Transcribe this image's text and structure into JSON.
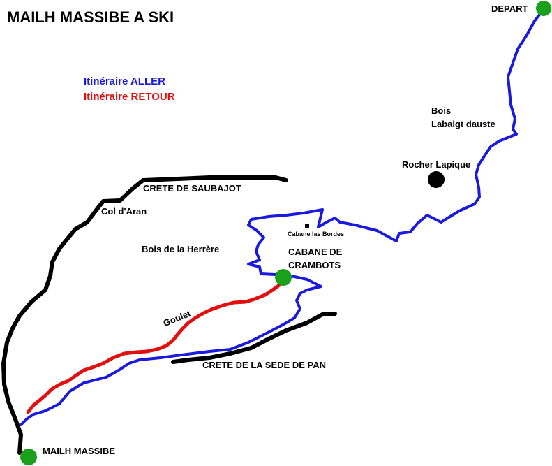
{
  "title": "MAILH MASSIBE A SKI",
  "legend": {
    "aller": "Itinéraire ALLER",
    "retour": "Itinéraire RETOUR"
  },
  "labels": {
    "depart": "DEPART",
    "bois_labaigt": "Bois\nLabaigt dauste",
    "rocher_lapique": "Rocher Lapique",
    "crete_saubajot": "CRETE DE SAUBAJOT",
    "col_aran": "Col d'Aran",
    "cabane_las_bordes": "Cabane las Bordes",
    "bois_herrere": "Bois de la Herrère",
    "cabane_crambots": "CABANE DE\nCRAMBOTS",
    "goulet": "Goulet",
    "crete_sede_pan": "CRETE DE LA SEDE DE PAN",
    "mailh_massibe": "MAILH MASSIBE"
  },
  "colors": {
    "aller": "#1a1adc",
    "retour": "#e01010",
    "ridge": "#000000",
    "waypoint": "#1aa01a",
    "rock": "#000000"
  },
  "icons": {
    "waypoint": "green-dot",
    "rock": "black-dot",
    "cabane": "black-square"
  }
}
